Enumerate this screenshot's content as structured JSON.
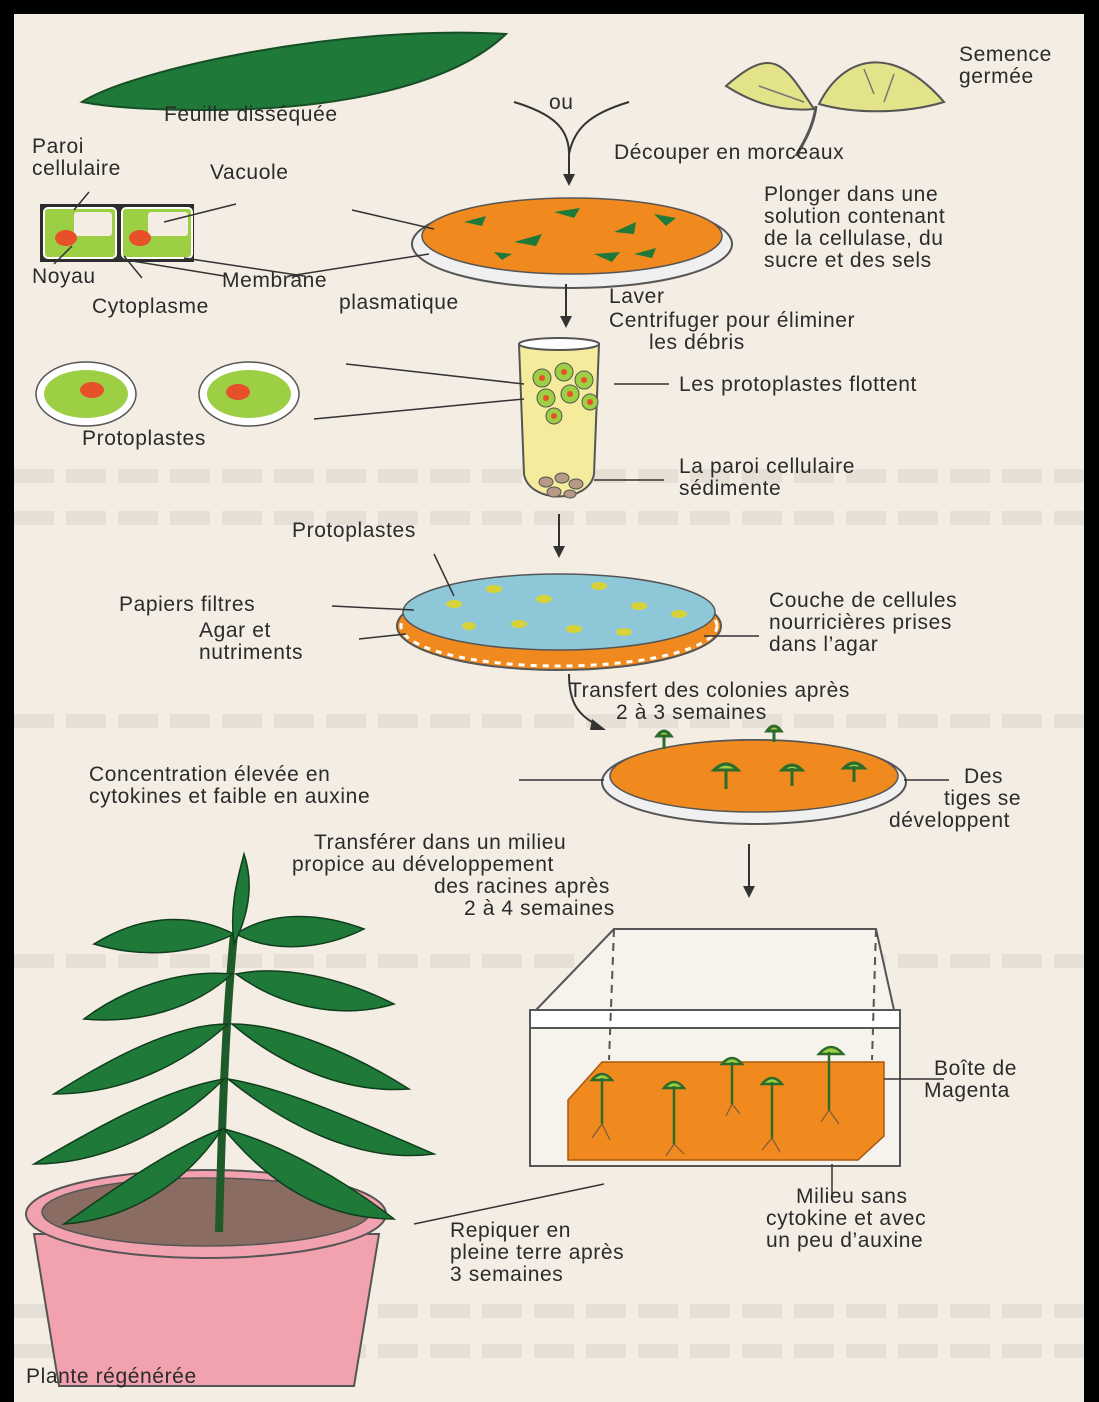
{
  "colors": {
    "paper": "#f3ede4",
    "leaf": "#1f7a3a",
    "orange": "#f08a1e",
    "cell_green": "#9ccf44",
    "nucleus": "#e8502a",
    "filter_blue": "#8ec7d8",
    "pot_pink": "#f2a2ae",
    "tube_yellow": "#f4ec9c",
    "line": "#333333"
  },
  "labels": {
    "dissected_leaf": "Feuille disséquée",
    "or": "ou",
    "germinated_seed_1": "Semence",
    "germinated_seed_2": "germée",
    "cut_pieces": "Découper en morceaux",
    "cell_wall_1": "Paroi",
    "cell_wall_2": "cellulaire",
    "vacuole": "Vacuole",
    "nucleus": "Noyau",
    "membrane_1": "Membrane",
    "membrane_2": "plasmatique",
    "cytoplasm": "Cytoplasme",
    "immerse_1": "Plonger dans une",
    "immerse_2": "solution contenant",
    "immerse_3": "de la cellulase, du",
    "immerse_4": "sucre et des sels",
    "wash": "Laver",
    "centrifuge_1": "Centrifuger pour éliminer",
    "centrifuge_2": "les débris",
    "protoplasts_float": "Les protoplastes flottent",
    "protoplasts_left": "Protoplastes",
    "wall_sediments_1": "La paroi cellulaire",
    "wall_sediments_2": "sédimente",
    "protoplasts_top": "Protoplastes",
    "filter_papers": "Papiers filtres",
    "agar_1": "Agar et",
    "agar_2": "nutriments",
    "nurse_1": "Couche de cellules",
    "nurse_2": "nourricières prises",
    "nurse_3": "dans l’agar",
    "transfer_colonies_1": "Transfert des colonies après",
    "transfer_colonies_2": "2 à 3 semaines",
    "cytokine_1": "Concentration élevée en",
    "cytokine_2": "cytokines et faible en auxine",
    "stems_1": "Des",
    "stems_2": "tiges se",
    "stems_3": "développent",
    "transfer_root_1": "Transférer dans un milieu",
    "transfer_root_2": "propice au développement",
    "transfer_root_3": "des racines après",
    "transfer_root_4": "2 à 4 semaines",
    "magenta_1": "Boîte de",
    "magenta_2": "Magenta",
    "medium_1": "Milieu sans",
    "medium_2": "cytokine et avec",
    "medium_3": "un peu d’auxine",
    "transplant_1": "Repiquer en",
    "transplant_2": "pleine terre après",
    "transplant_3": "3 semaines",
    "regenerated": "Plante régénérée"
  }
}
